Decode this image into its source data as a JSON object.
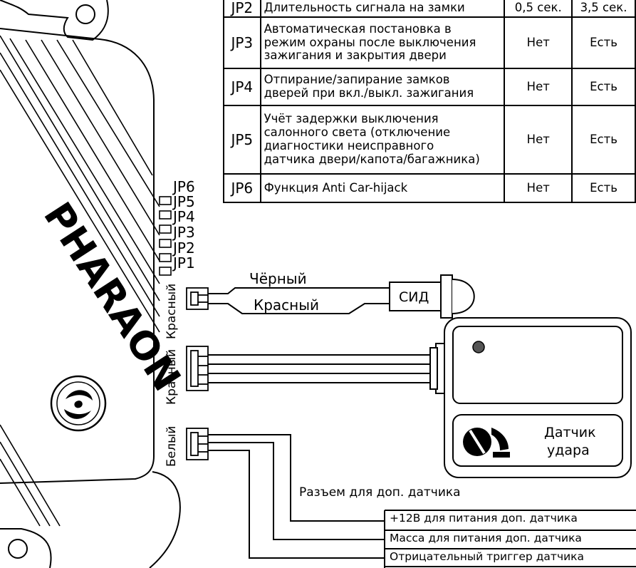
{
  "jumpers_table": {
    "rows": [
      {
        "code": "JP2",
        "description_lines": [
          "Длительность сигнала на замки"
        ],
        "off": "0,5 сек.",
        "on": "3,5 сек."
      },
      {
        "code": "JP3",
        "description_lines": [
          "Автоматическая постановка в",
          "режим охраны после выключения",
          "зажигания и закрытия двери"
        ],
        "off": "Нет",
        "on": "Есть"
      },
      {
        "code": "JP4",
        "description_lines": [
          "Отпирание/запирание замков",
          "дверей при вкл./выкл. зажигания"
        ],
        "off": "Нет",
        "on": "Есть"
      },
      {
        "code": "JP5",
        "description_lines": [
          "Учёт задержки выключения",
          "салонного света (отключение",
          "диагностики неисправного",
          "датчика двери/капота/багажника)"
        ],
        "off": "Нет",
        "on": "Есть"
      },
      {
        "code": "JP6",
        "description_lines": [
          "Функция Anti Car-hijack"
        ],
        "off": "Нет",
        "on": "Есть"
      }
    ]
  },
  "control_unit": {
    "brand": "PHARAON",
    "jumper_labels": [
      "JP6",
      "JP5",
      "JP4",
      "JP3",
      "JP2",
      "JP1"
    ]
  },
  "led": {
    "wire_black": "Чёрный",
    "wire_red": "Красный",
    "label": "СИД",
    "connector_color": "Красный"
  },
  "shock_sensor": {
    "connector_color": "Красный",
    "label_lines": [
      "Датчик",
      "удара"
    ]
  },
  "aux_sensor": {
    "connector_color": "Белый",
    "connector_label": "Разъем для доп. датчика",
    "pins": [
      "+12В для питания доп. датчика",
      "Масса для питания доп. датчика",
      "Отрицательный триггер датчика"
    ]
  }
}
